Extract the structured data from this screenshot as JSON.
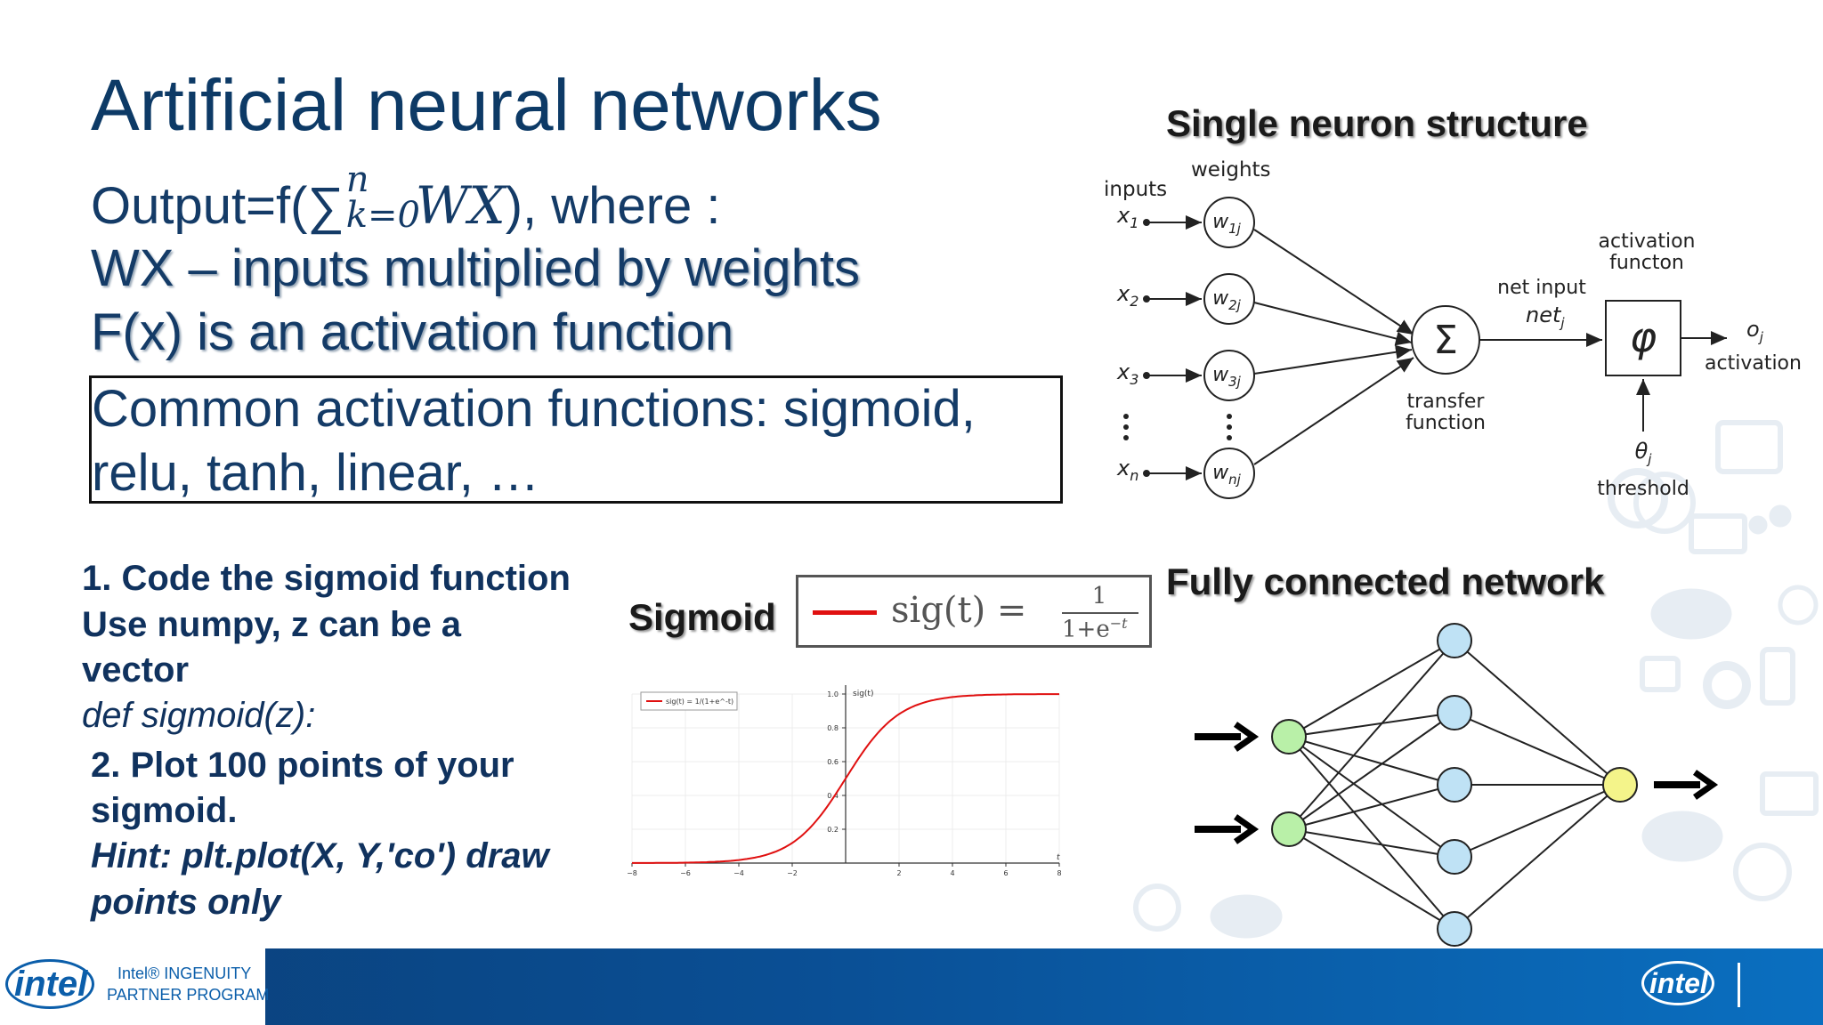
{
  "slide": {
    "title": "Artificial neural networks",
    "output_prefix": "Output=f(",
    "output_sum": "∑",
    "output_sup": "n",
    "output_sub": "k=0",
    "output_wx": "WX",
    "output_suffix": "), where :",
    "wx_line": "WX – inputs multiplied by weights",
    "fx_line": "F(x) is an activation function",
    "common_functions": "Common activation functions: sigmoid, relu, tanh, linear, …"
  },
  "tasks": {
    "task1_title": "1. Code the sigmoid function",
    "task1_line2": "Use numpy, z can be a",
    "task1_line3": "vector",
    "task1_code": "def sigmoid(z):",
    "task2_title": "2. Plot 100 points of your",
    "task2_line2": "sigmoid.",
    "task2_hint1": "Hint: plt.plot(X, Y,'co') draw",
    "task2_hint2": "points only"
  },
  "neuron": {
    "title": "Single neuron structure",
    "label_weights": "weights",
    "label_inputs": "inputs",
    "inputs": [
      "x1",
      "x2",
      "x3",
      "xn"
    ],
    "weights": [
      "w1j",
      "w2j",
      "w3j",
      "wnj"
    ],
    "sum_symbol": "Σ",
    "transfer_label_1": "transfer",
    "transfer_label_2": "function",
    "net_input_label": "net input",
    "net_symbol": "net",
    "net_sub": "j",
    "activation_label_1": "activation",
    "activation_label_2": "functon",
    "phi_symbol": "φ",
    "output_symbol": "o",
    "output_sub": "j",
    "output_label": "activation",
    "threshold_symbol": "θ",
    "threshold_sub": "j",
    "threshold_label": "threshold"
  },
  "sigmoid": {
    "label": "Sigmoid",
    "formula_lhs": "sig(t) =",
    "formula_num": "1",
    "formula_den": "1+e",
    "formula_exp": "−t",
    "legend": "sig(t) = 1/(1+e^-t)",
    "y_axis_label": "sig(t)",
    "x_axis_label": "t",
    "line_color": "#e01010"
  },
  "chart_data": {
    "type": "line",
    "title": "",
    "xlabel": "t",
    "ylabel": "sig(t)",
    "xlim": [
      -8,
      8
    ],
    "ylim": [
      0,
      1
    ],
    "x_ticks": [
      "−8",
      "−6",
      "−4",
      "−2",
      "2",
      "4",
      "6",
      "8"
    ],
    "y_ticks": [
      "0.2",
      "0.4",
      "0.6",
      "0.8",
      "1.0"
    ],
    "series": [
      {
        "name": "sig(t) = 1/(1+e^-t)",
        "x": [
          -8,
          -7,
          -6,
          -5,
          -4,
          -3,
          -2,
          -1,
          0,
          1,
          2,
          3,
          4,
          5,
          6,
          7,
          8
        ],
        "values": [
          0.0003,
          0.0009,
          0.0025,
          0.0067,
          0.018,
          0.047,
          0.119,
          0.269,
          0.5,
          0.731,
          0.881,
          0.953,
          0.982,
          0.993,
          0.998,
          0.999,
          1.0
        ]
      }
    ]
  },
  "network": {
    "title": "Fully connected network",
    "input_count": 2,
    "hidden_count": 5,
    "output_count": 1,
    "input_color": "#b9f0a8",
    "hidden_color": "#bfe2f5",
    "output_color": "#f4f48a"
  },
  "footer": {
    "brand": "intel",
    "program_line1": "Intel® INGENUITY",
    "program_line2": "PARTNER PROGRAM",
    "right_brand": "intel"
  }
}
